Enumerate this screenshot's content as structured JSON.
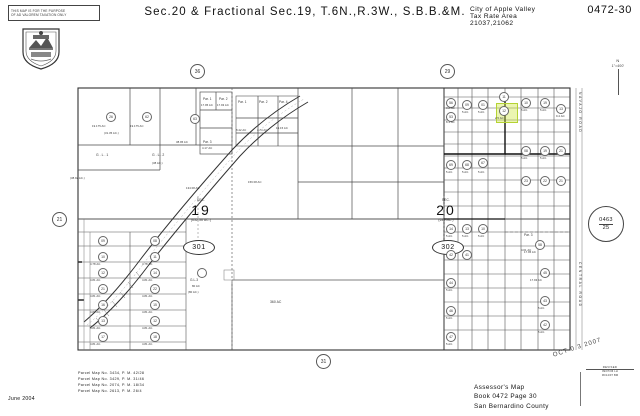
{
  "header": {
    "disclaimer_line1": "THIS MAP IS FOR THE PURPOSE",
    "disclaimer_line2": "OF AD VALOREM TAXATION ONLY",
    "title": "Sec.20 & Fractional Sec.19, T.6N.,R.3W., S.B.B.&M.",
    "city": "City of Apple Valley",
    "tax_rate_area_label": "Tax Rate Area",
    "tax_rate_areas": "21037,21062",
    "book_number": "0472-30"
  },
  "north_arrow": {
    "letter": "N",
    "scale": "1\"=400'"
  },
  "section_markers": {
    "top_left": "36",
    "top_right": "29",
    "left": "21",
    "bottom": "31",
    "right_book": "0463",
    "right_page": "25"
  },
  "sections": [
    {
      "number": "19",
      "acreage": "(632.56 AC.)",
      "label": "SEC.",
      "map_id": "301"
    },
    {
      "number": "20",
      "acreage": "(640 AC.)",
      "label": "SEC.",
      "map_id": "302"
    }
  ],
  "street_labels": {
    "right_outer": "NAVAJO ROAD",
    "right_inner": "CENTRAL ROAD"
  },
  "parcel_groups": {
    "northwest": {
      "lot_label": "G.L.1",
      "parcels": [
        {
          "id": "26",
          "acreage": "19.175 AC"
        },
        {
          "id": "62",
          "acreage": "19.175 AC"
        }
      ],
      "sub_acreage": "(31.35 AC.)"
    },
    "north_center": {
      "lot_label": "G.L.2",
      "lot_acreage": "(38 AC.)",
      "parcels": [
        {
          "id": "63",
          "acreage": "38.95 AC"
        }
      ]
    },
    "southwest_lot": {
      "lot_label": "G.L.3",
      "acreage": "80 AC",
      "acreage_alt": "(80 AC.)"
    },
    "west_edge_acreage": "(38.92 AC.)",
    "center_acreage": "134 08 AC",
    "center_large_acreage": "156 08 AC",
    "south_center_acreage": "360 AC"
  },
  "named_parcels": [
    {
      "label": "Par. 1",
      "acreage": "17.95 AC"
    },
    {
      "label": "Par. 2",
      "acreage": "17.93 AC"
    },
    {
      "label": "Par. 3",
      "acreage": "4.17 AC"
    },
    {
      "label": "Par. 4",
      "acreage": "19.15 AC"
    },
    {
      "label": "Par. 1",
      "acreage": "8.42 AC"
    },
    {
      "label": "Par. 2",
      "acreage": "4.74 AC"
    },
    {
      "label": "Par. 3",
      "acreage": "4.61 AC"
    }
  ],
  "highlighted_parcel": {
    "id": "12",
    "acreage": "2.5 AC",
    "color": "#b5d334"
  },
  "common_acreage_labels": [
    "5 AC.",
    "5 AC",
    "4 AC",
    "2.5 AC",
    "4.81 AC",
    "4.78 AC",
    "9.4 AC",
    "3.2 AC",
    "8.3 AC"
  ],
  "footer": {
    "date": "June 2004",
    "parcel_map_refs": [
      "Parcel Map No. 3434, P. M. 42/28",
      "Parcel Map No. 3429, P. M. 31/46",
      "Parcel Map No. 2074, P. M. 18/34",
      "Parcel Map No. 2613, P. M. 26/4"
    ],
    "assessor_line1": "Assessor's Map",
    "assessor_line2": "Book 0472 Page 30",
    "assessor_line3": "San Bernardino County",
    "date_stamp": "OCT 0 3 2007",
    "revised_title": "REVISED",
    "revised_lines": [
      "09/07/06 LH",
      "06/14/07 BM"
    ]
  }
}
